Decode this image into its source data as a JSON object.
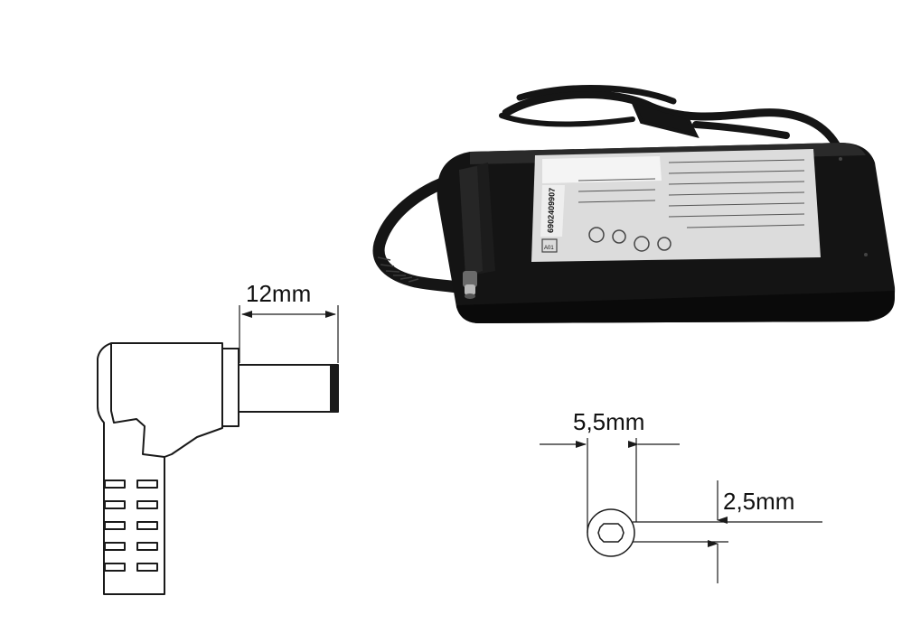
{
  "dimensions": {
    "plug_length": "12mm",
    "outer_diameter": "5,5mm",
    "inner_diameter": "2,5mm"
  },
  "colors": {
    "line": "#1a1a1a",
    "adapter_body": "#141414",
    "label_sticker": "#e6e6e6"
  },
  "label": {
    "part_number": "6902409907",
    "code_box": "A01"
  }
}
